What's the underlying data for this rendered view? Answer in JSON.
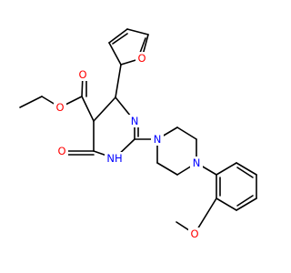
{
  "labels": {
    "furan_o": "O",
    "ester_carbonyl_o": "O",
    "ester_ether_o": "O",
    "ring_n3": "N",
    "ring_nh": "NH",
    "lactam_o": "O",
    "piperazine_n1": "N",
    "piperazine_n4": "N",
    "methoxy_o": "O"
  },
  "colors": {
    "oxygen": "#ff0000",
    "nitrogen": "#0000ff",
    "carbon": "#000000"
  }
}
